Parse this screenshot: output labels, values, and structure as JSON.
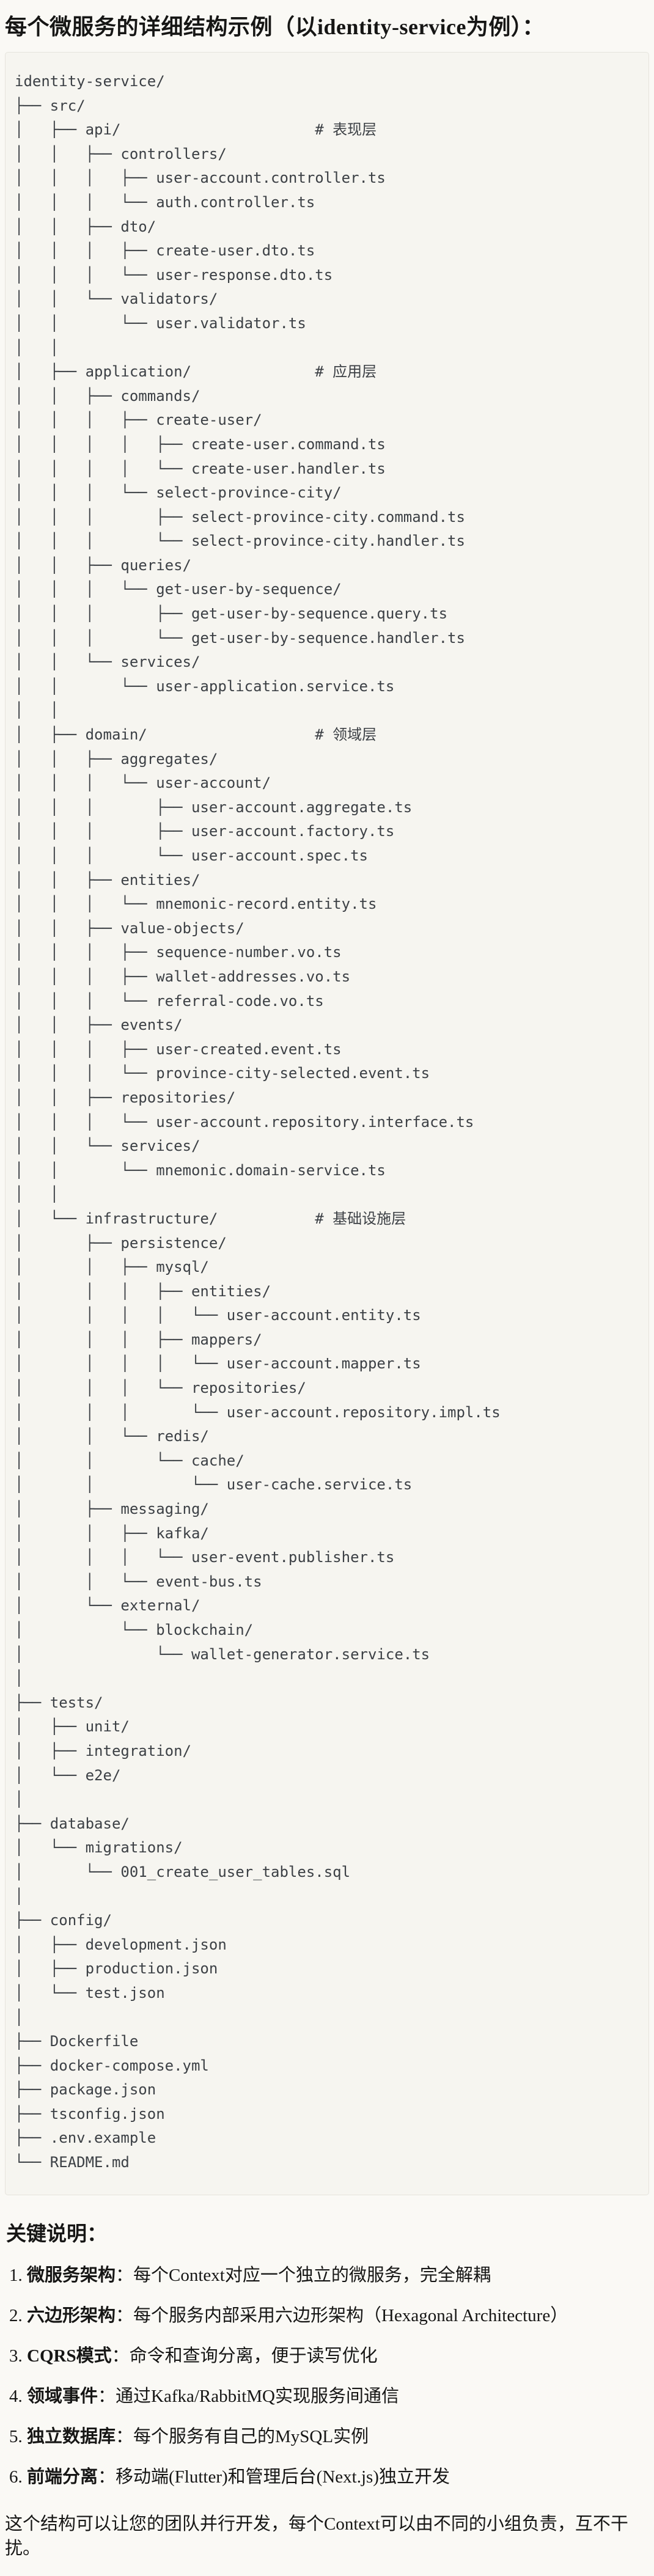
{
  "page": {
    "title": "每个微服务的详细结构示例（以identity-service为例）："
  },
  "colors": {
    "page_bg": "#faf9f5",
    "code_bg": "#f6f5f0",
    "code_border": "#e6e4dd",
    "code_text": "#3c4045",
    "body_text": "#161615"
  },
  "tree": {
    "lines": [
      "identity-service/",
      "├── src/",
      "│   ├── api/                      # 表现层",
      "│   │   ├── controllers/",
      "│   │   │   ├── user-account.controller.ts",
      "│   │   │   └── auth.controller.ts",
      "│   │   ├── dto/",
      "│   │   │   ├── create-user.dto.ts",
      "│   │   │   └── user-response.dto.ts",
      "│   │   └── validators/",
      "│   │       └── user.validator.ts",
      "│   │",
      "│   ├── application/              # 应用层",
      "│   │   ├── commands/",
      "│   │   │   ├── create-user/",
      "│   │   │   │   ├── create-user.command.ts",
      "│   │   │   │   └── create-user.handler.ts",
      "│   │   │   └── select-province-city/",
      "│   │   │       ├── select-province-city.command.ts",
      "│   │   │       └── select-province-city.handler.ts",
      "│   │   ├── queries/",
      "│   │   │   └── get-user-by-sequence/",
      "│   │   │       ├── get-user-by-sequence.query.ts",
      "│   │   │       └── get-user-by-sequence.handler.ts",
      "│   │   └── services/",
      "│   │       └── user-application.service.ts",
      "│   │",
      "│   ├── domain/                   # 领域层",
      "│   │   ├── aggregates/",
      "│   │   │   └── user-account/",
      "│   │   │       ├── user-account.aggregate.ts",
      "│   │   │       ├── user-account.factory.ts",
      "│   │   │       └── user-account.spec.ts",
      "│   │   ├── entities/",
      "│   │   │   └── mnemonic-record.entity.ts",
      "│   │   ├── value-objects/",
      "│   │   │   ├── sequence-number.vo.ts",
      "│   │   │   ├── wallet-addresses.vo.ts",
      "│   │   │   └── referral-code.vo.ts",
      "│   │   ├── events/",
      "│   │   │   ├── user-created.event.ts",
      "│   │   │   └── province-city-selected.event.ts",
      "│   │   ├── repositories/",
      "│   │   │   └── user-account.repository.interface.ts",
      "│   │   └── services/",
      "│   │       └── mnemonic.domain-service.ts",
      "│   │",
      "│   └── infrastructure/           # 基础设施层",
      "│       ├── persistence/",
      "│       │   ├── mysql/",
      "│       │   │   ├── entities/",
      "│       │   │   │   └── user-account.entity.ts",
      "│       │   │   ├── mappers/",
      "│       │   │   │   └── user-account.mapper.ts",
      "│       │   │   └── repositories/",
      "│       │   │       └── user-account.repository.impl.ts",
      "│       │   └── redis/",
      "│       │       └── cache/",
      "│       │           └── user-cache.service.ts",
      "│       ├── messaging/",
      "│       │   ├── kafka/",
      "│       │   │   └── user-event.publisher.ts",
      "│       │   └── event-bus.ts",
      "│       └── external/",
      "│           └── blockchain/",
      "│               └── wallet-generator.service.ts",
      "│",
      "├── tests/",
      "│   ├── unit/",
      "│   ├── integration/",
      "│   └── e2e/",
      "│",
      "├── database/",
      "│   └── migrations/",
      "│       └── 001_create_user_tables.sql",
      "│",
      "├── config/",
      "│   ├── development.json",
      "│   ├── production.json",
      "│   └── test.json",
      "│",
      "├── Dockerfile",
      "├── docker-compose.yml",
      "├── package.json",
      "├── tsconfig.json",
      "├── .env.example",
      "└── README.md"
    ]
  },
  "notes": {
    "heading": "关键说明：",
    "items": [
      {
        "num": "1. ",
        "label": "微服务架构",
        "text": "：每个Context对应一个独立的微服务，完全解耦"
      },
      {
        "num": "2. ",
        "label": "六边形架构",
        "text": "：每个服务内部采用六边形架构（Hexagonal Architecture）"
      },
      {
        "num": "3. ",
        "label": "CQRS模式",
        "text": "：命令和查询分离，便于读写优化"
      },
      {
        "num": "4. ",
        "label": "领域事件",
        "text": "：通过Kafka/RabbitMQ实现服务间通信"
      },
      {
        "num": "5. ",
        "label": "独立数据库",
        "text": "：每个服务有自己的MySQL实例"
      },
      {
        "num": "6. ",
        "label": "前端分离",
        "text": "：移动端(Flutter)和管理后台(Next.js)独立开发"
      }
    ],
    "footer": "这个结构可以让您的团队并行开发，每个Context可以由不同的小组负责，互不干扰。"
  }
}
